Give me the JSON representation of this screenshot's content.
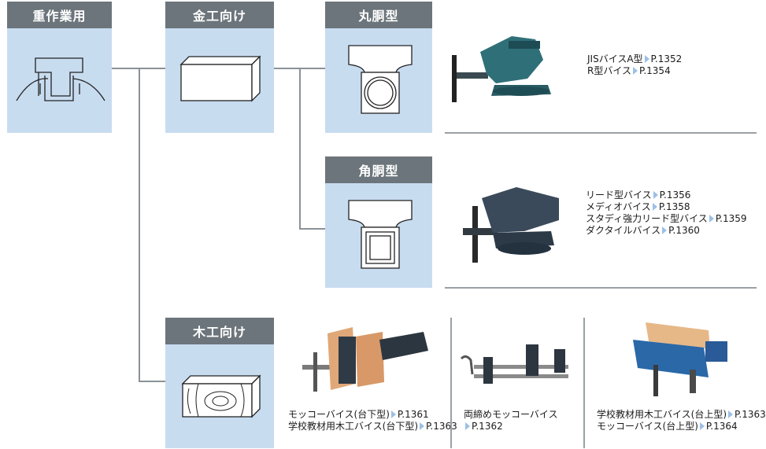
{
  "categories": {
    "heavy": "重作業用",
    "metal": "金工向け",
    "round": "丸胴型",
    "square": "角胴型",
    "wood": "木工向け"
  },
  "products": {
    "round": [
      {
        "name": "JISバイスA型",
        "page": "P.1352"
      },
      {
        "name": "R型バイス",
        "page": "P.1354"
      }
    ],
    "square": [
      {
        "name": "リード型バイス",
        "page": "P.1356"
      },
      {
        "name": "メディオバイス",
        "page": "P.1358"
      },
      {
        "name": "スタディ強力リード型バイス",
        "page": "P.1359"
      },
      {
        "name": "ダクタイルバイス",
        "page": "P.1360"
      }
    ],
    "wood1": [
      {
        "name": "モッコーバイス(台下型)",
        "page": "P.1361"
      },
      {
        "name": "学校教材用木工バイス(台下型)",
        "page": "P.1363"
      }
    ],
    "wood2_name": "両締めモッコーバイス",
    "wood2_page": "P.1362",
    "wood3": [
      {
        "name": "学校教材用木工バイス(台上型)",
        "page": "P.1363"
      },
      {
        "name": "モッコーバイス(台上型)",
        "page": "P.1364"
      }
    ]
  },
  "colors": {
    "header": "#6c757b",
    "panel": "#c8dcf0",
    "arrow": "#9cc0e6",
    "line": "#8a9297"
  }
}
